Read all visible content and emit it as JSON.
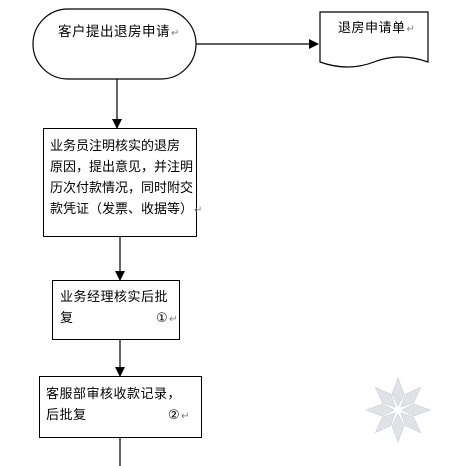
{
  "nodes": {
    "start": {
      "text": "客户提出退房申请",
      "return_mark": "↵"
    },
    "document": {
      "text": "退房申请单",
      "return_mark": "↵"
    },
    "step1": {
      "lines": [
        "业务员注明核实的退房",
        "原因，提出意见，并注明",
        "历次付款情况，同时附交",
        "款凭证（发票、收据等）"
      ],
      "return_mark": "↵"
    },
    "step2": {
      "lines": [
        "业务经理核实后批",
        "复"
      ],
      "number": "①",
      "return_mark": "↵"
    },
    "step3": {
      "lines": [
        "客服部审核收款记录，",
        "后批复"
      ],
      "number": "②",
      "return_mark": "↵"
    }
  },
  "colors": {
    "line": "#000000",
    "return_mark": "#7a7a7a",
    "watermark": "#d9dde3"
  },
  "watermark": {
    "icon": "snowflake-logo-icon"
  }
}
